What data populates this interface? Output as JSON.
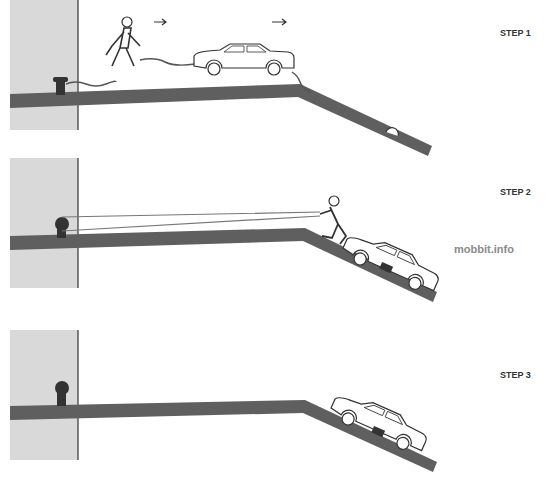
{
  "diagram": {
    "labels": [
      "STEP 1",
      "STEP 2",
      "STEP 3",
      "mobbit.info"
    ]
  }
}
